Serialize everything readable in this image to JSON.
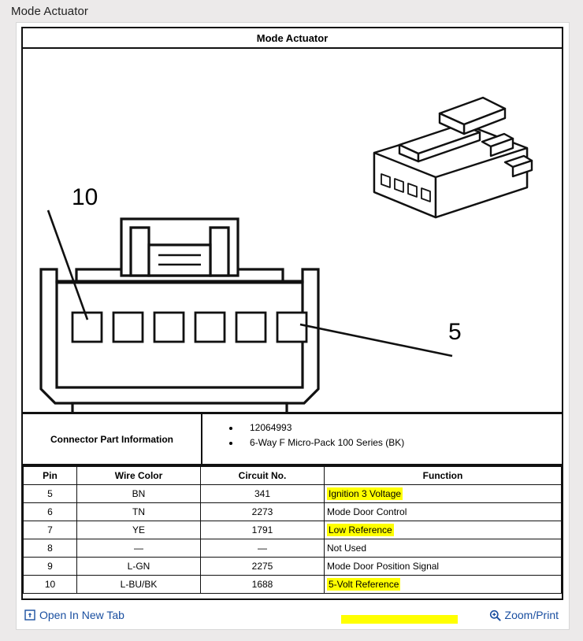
{
  "page": {
    "title": "Mode Actuator"
  },
  "document": {
    "title": "Mode Actuator",
    "diagram": {
      "labels": {
        "pin_10": "10",
        "pin_5": "5"
      },
      "icon_names": [
        "connector-front-view",
        "connector-isometric-view"
      ]
    },
    "connector_info": {
      "label": "Connector Part Information",
      "items": [
        "12064993",
        "6-Way F Micro-Pack 100 Series (BK)"
      ]
    },
    "pin_table": {
      "headers": [
        "Pin",
        "Wire Color",
        "Circuit No.",
        "Function"
      ],
      "rows": [
        {
          "pin": "5",
          "wire_color": "BN",
          "circuit_no": "341",
          "function": "Ignition 3 Voltage",
          "highlight": true
        },
        {
          "pin": "6",
          "wire_color": "TN",
          "circuit_no": "2273",
          "function": "Mode Door Control",
          "highlight": false
        },
        {
          "pin": "7",
          "wire_color": "YE",
          "circuit_no": "1791",
          "function": "Low Reference",
          "highlight": true
        },
        {
          "pin": "8",
          "wire_color": "—",
          "circuit_no": "—",
          "function": "Not Used",
          "highlight": false
        },
        {
          "pin": "9",
          "wire_color": "L-GN",
          "circuit_no": "2275",
          "function": "Mode Door Position Signal",
          "highlight": false
        },
        {
          "pin": "10",
          "wire_color": "L-BU/BK",
          "circuit_no": "1688",
          "function": "5-Volt Reference",
          "highlight": true
        }
      ]
    }
  },
  "toolbar": {
    "open_in_new_tab": "Open In New Tab",
    "zoom_print": "Zoom/Print",
    "icons": {
      "open_in_new_tab": "open-in-new-tab-icon",
      "zoom_print": "magnifier-plus-icon"
    }
  },
  "colors": {
    "highlight": "#ffff00",
    "link": "#1a4fa0",
    "page_background": "#eceaea",
    "panel_background": "#ffffff",
    "border": "#111111"
  }
}
